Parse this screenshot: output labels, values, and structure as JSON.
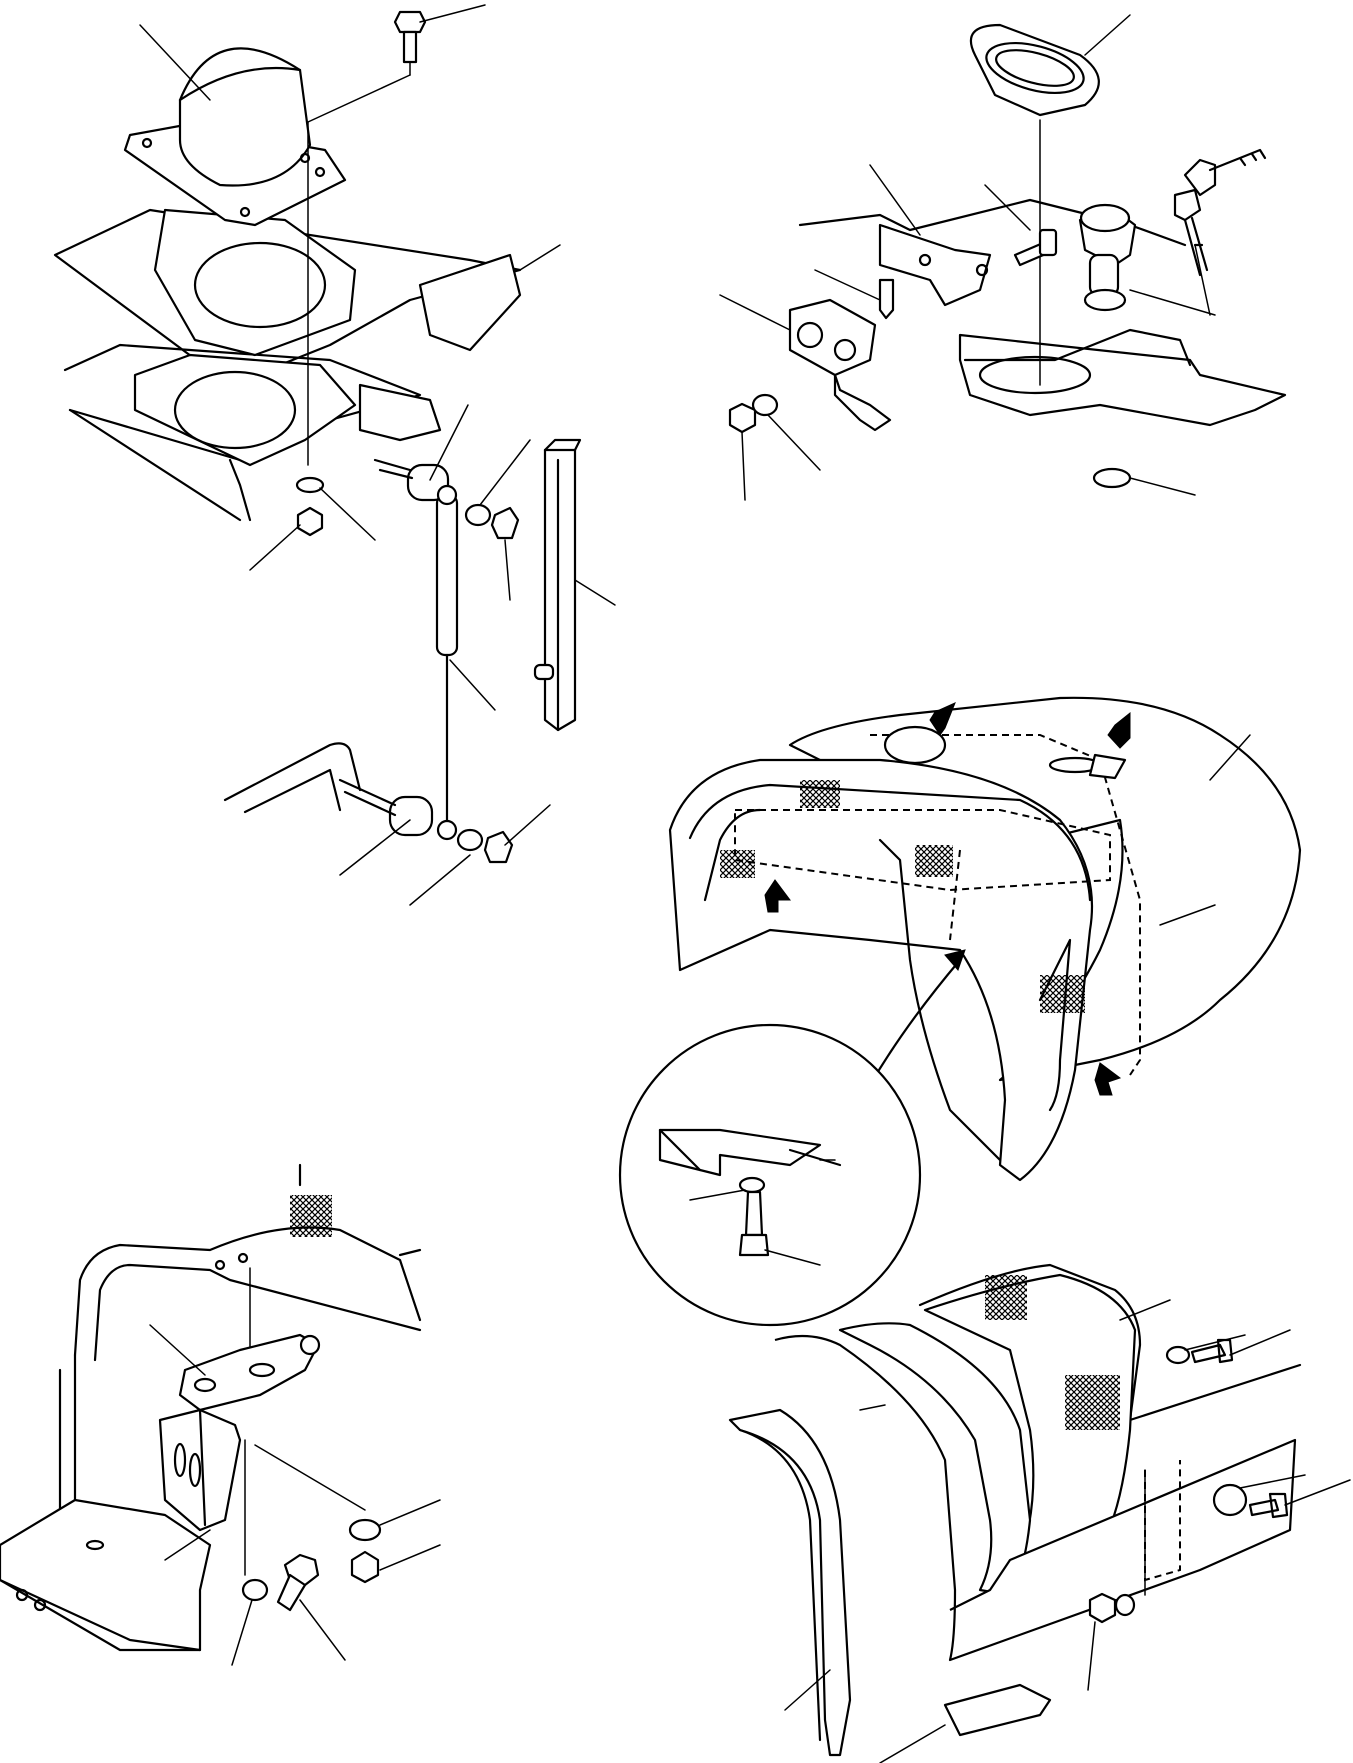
{
  "figure": {
    "type": "exploded-parts-diagram",
    "callout_labels": [],
    "groups": [
      "exhaust-elbow-and-gasket-group",
      "gas-spring-and-support-group",
      "key-lock-latch-group",
      "engine-hood-cover-group",
      "hood-hinge-bracket-group",
      "side-cover-and-trim-group"
    ]
  }
}
